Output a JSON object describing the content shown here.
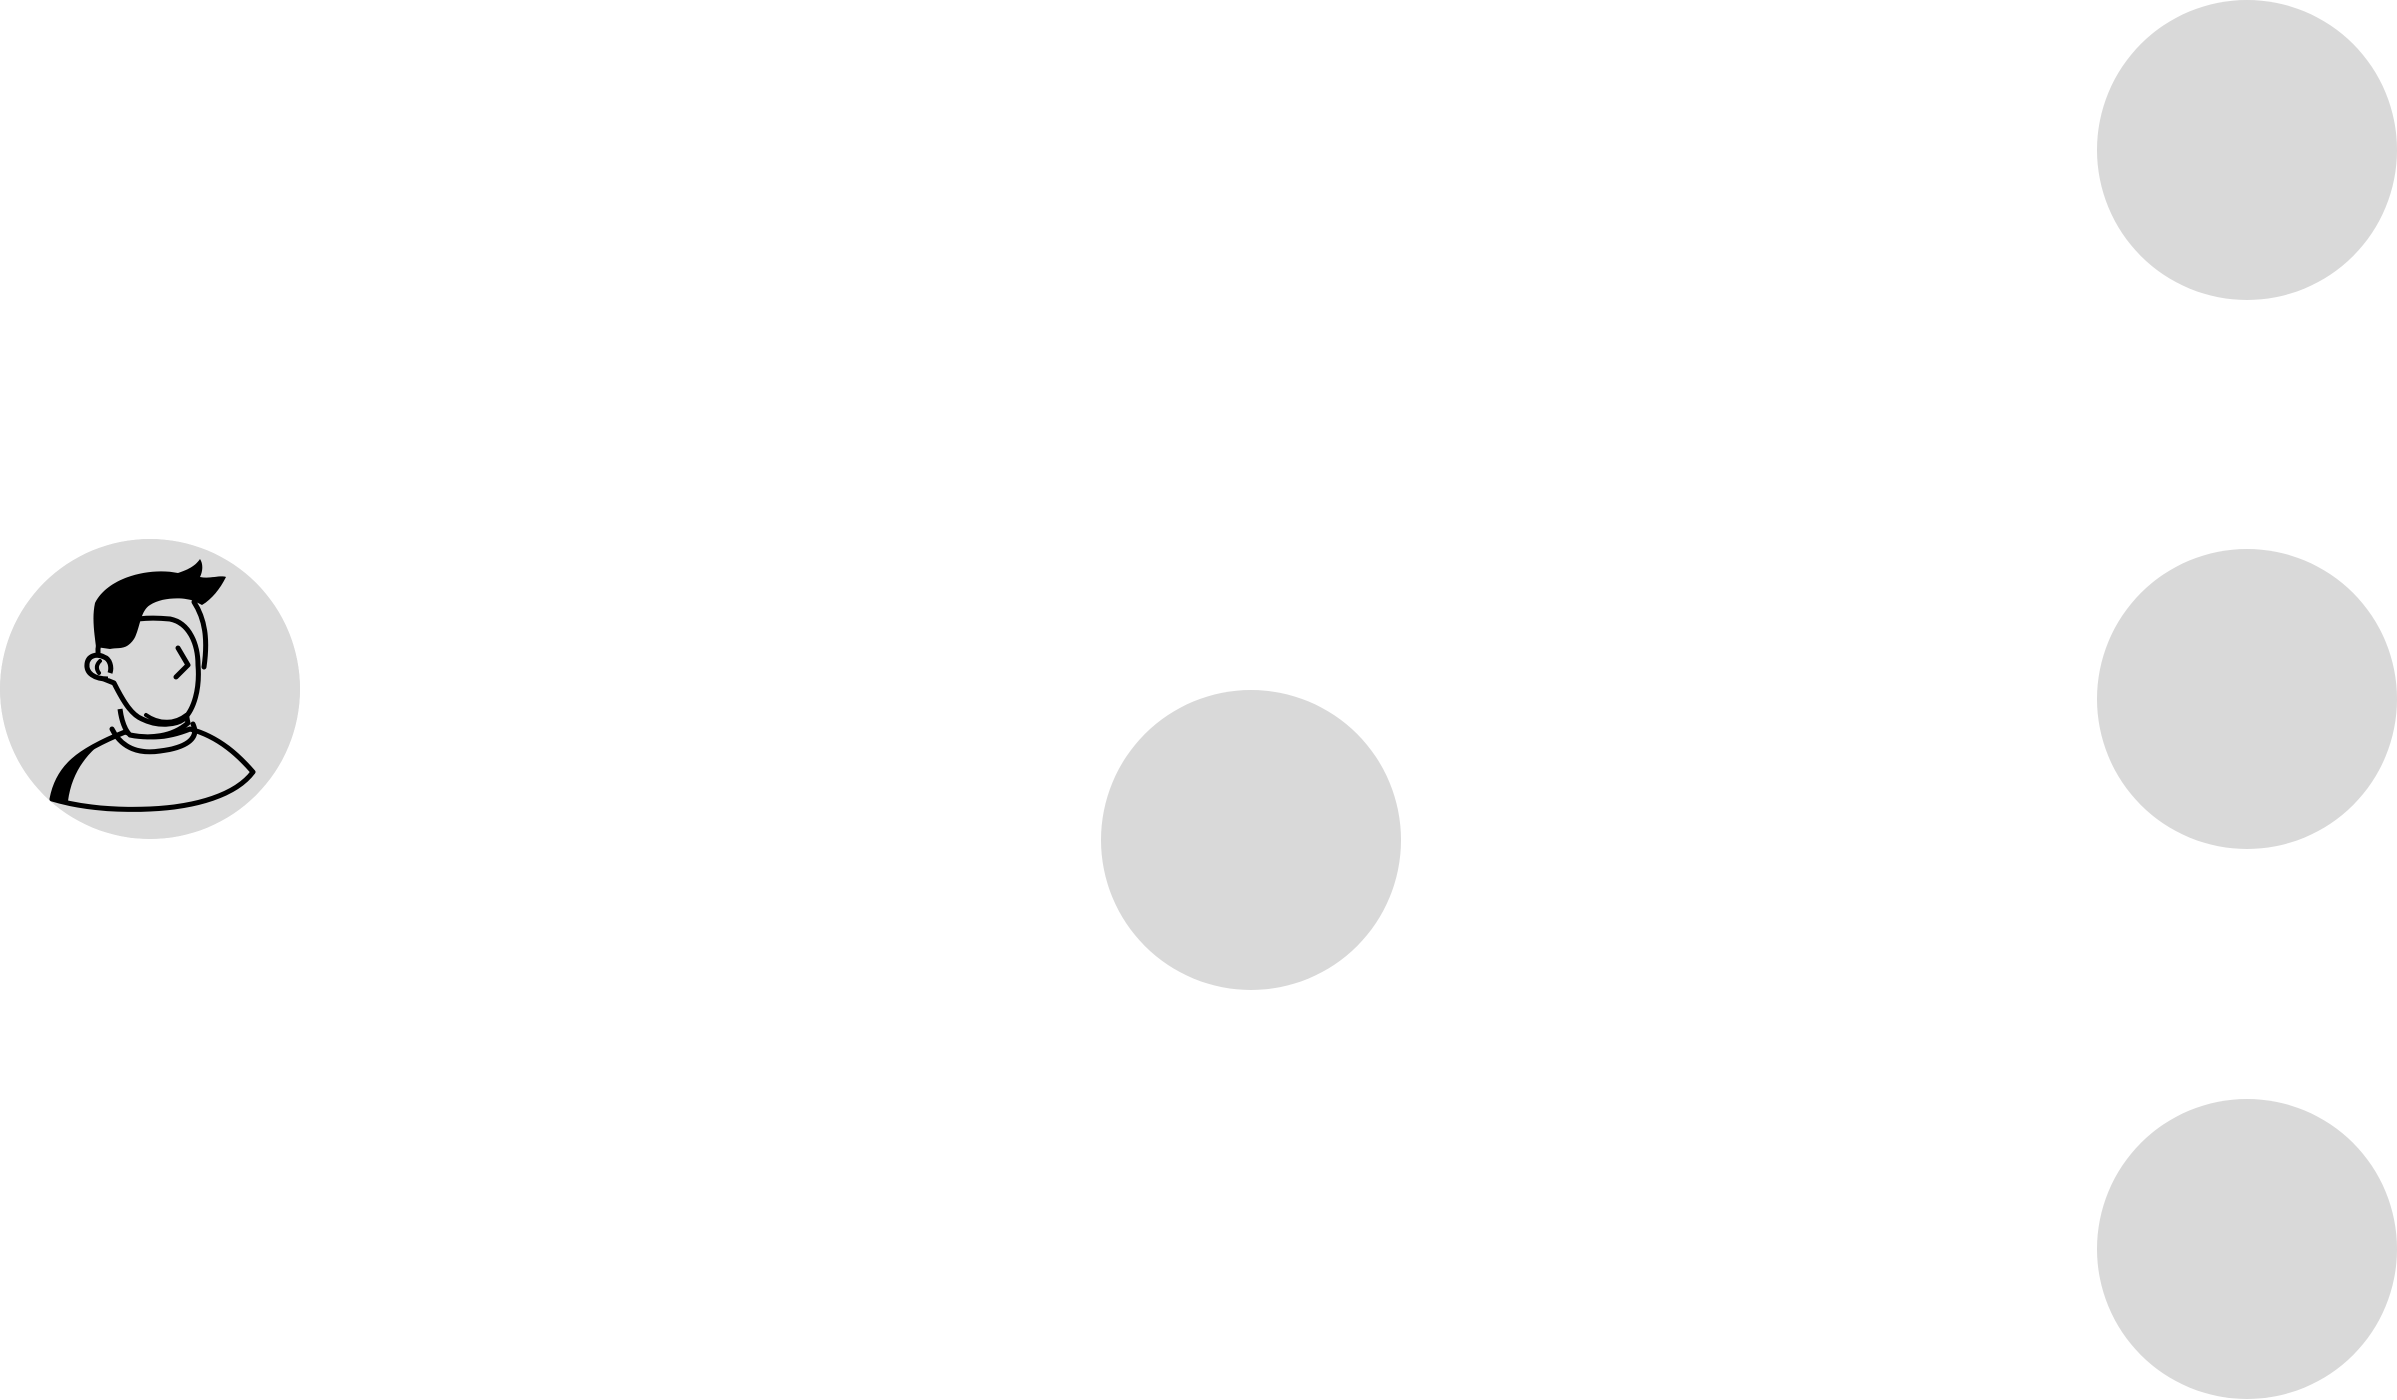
{
  "diagram": {
    "node_fill": "#d9d9d9",
    "background": "#ffffff",
    "stroke_color": "#000000",
    "nodes": [
      {
        "id": "user",
        "icon": "person-avatar-icon"
      },
      {
        "id": "center",
        "icon": ""
      },
      {
        "id": "right-top",
        "icon": ""
      },
      {
        "id": "right-middle",
        "icon": ""
      },
      {
        "id": "right-bottom",
        "icon": ""
      }
    ]
  }
}
